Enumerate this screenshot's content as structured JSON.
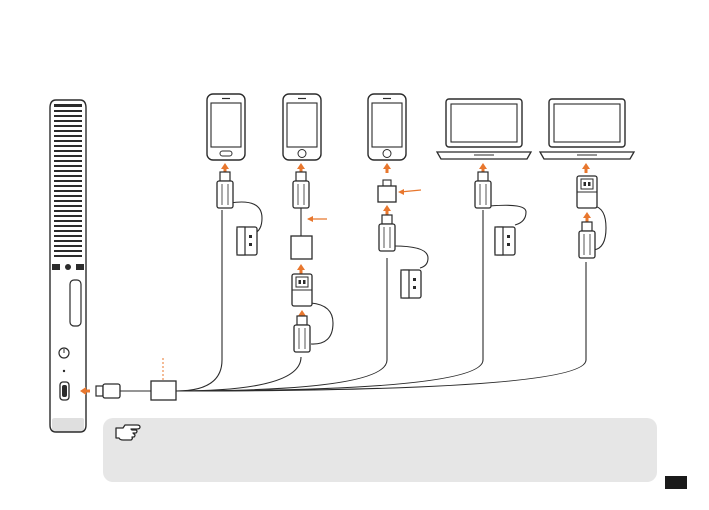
{
  "note": {
    "icon": "pointing-hand-icon",
    "text": ""
  },
  "page_number": "",
  "colors": {
    "arrow": "#e8772e",
    "outline": "#2b2b2b",
    "note_bg": "#e6e6e6",
    "page_tab": "#1a1a1a"
  },
  "devices": [
    {
      "type": "phone",
      "home_button": "pill"
    },
    {
      "type": "phone",
      "home_button": "circle"
    },
    {
      "type": "phone",
      "home_button": "circle"
    },
    {
      "type": "laptop"
    },
    {
      "type": "laptop"
    }
  ]
}
